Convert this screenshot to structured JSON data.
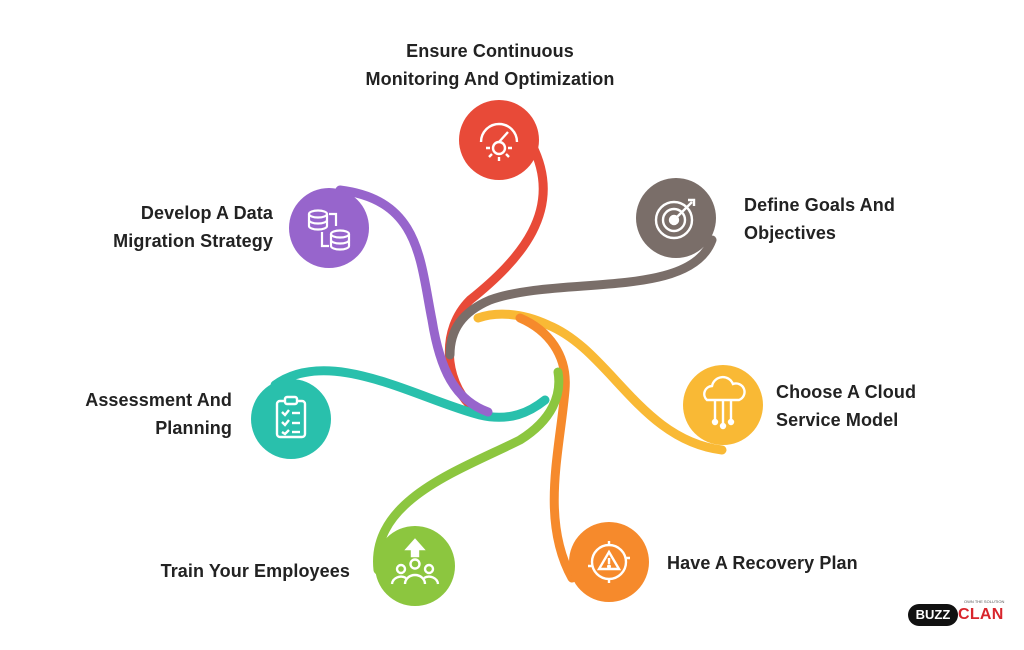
{
  "steps": [
    {
      "id": "monitoring",
      "line1": "Ensure Continuous",
      "line2": "Monitoring And Optimization",
      "color": "#e84a38",
      "icon": "gear-gauge-icon"
    },
    {
      "id": "goals",
      "line1": "Define Goals And",
      "line2": "Objectives",
      "color": "#7a6e69",
      "icon": "target-icon"
    },
    {
      "id": "cloud",
      "line1": "Choose A Cloud",
      "line2": "Service Model",
      "color": "#f9b935",
      "icon": "cloud-network-icon"
    },
    {
      "id": "recovery",
      "line1": "Have A Recovery Plan",
      "line2": "",
      "color": "#f68a2c",
      "icon": "warning-gear-icon"
    },
    {
      "id": "train",
      "line1": "Train Your Employees",
      "line2": "",
      "color": "#8cc63f",
      "icon": "team-growth-icon"
    },
    {
      "id": "assessment",
      "line1": "Assessment And",
      "line2": "Planning",
      "color": "#29c0ac",
      "icon": "checklist-icon"
    },
    {
      "id": "migration",
      "line1": "Develop A Data",
      "line2": "Migration Strategy",
      "color": "#9765cc",
      "icon": "database-transfer-icon"
    }
  ],
  "logo": {
    "buzz": "BUZZ",
    "clan": "CLAN",
    "tagline": "OWN THE SOLUTION"
  }
}
